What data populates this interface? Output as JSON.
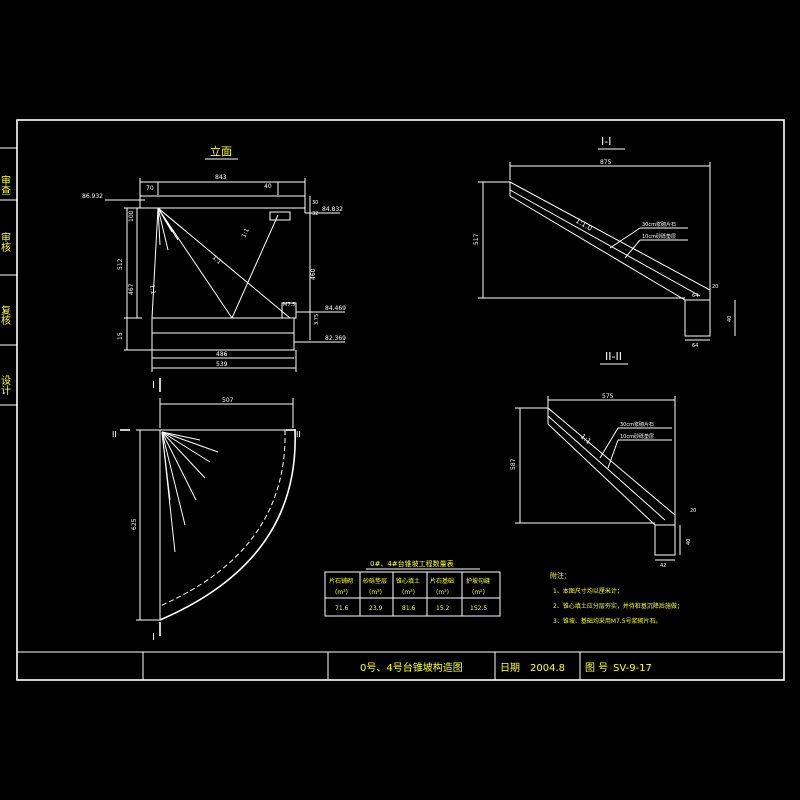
{
  "sidebar": {
    "labels": [
      "设计",
      "复核",
      "审核",
      "审查"
    ]
  },
  "views": {
    "elevation": {
      "title": "立面",
      "dims": {
        "top_width": "843",
        "left_top": "70",
        "right_top": "40",
        "height_total": "512",
        "height_upper": "100",
        "height_lower": "467",
        "base_h": "15",
        "base_w_inner": "486",
        "base_w_outer": "539",
        "right_height": "460",
        "right_small_a": "30",
        "right_small_b": "32",
        "right_small_c": "3.75"
      },
      "elevations": {
        "left_top": "86.932",
        "right_top": "84.832",
        "right_mid": "84.469",
        "right_base": "82.369"
      },
      "slopes": {
        "a": "1:1",
        "b": "1:1",
        "c": "1:1"
      },
      "base_label": "M7.5"
    },
    "plan": {
      "top_width": "507",
      "height": "625",
      "section_I": "I",
      "section_II": "II"
    },
    "section_I": {
      "title": "I-I",
      "top_width": "875",
      "height": "517",
      "slope": "1:1.0",
      "note1": "30cm浆砌片石",
      "note2": "10cm砂砾垫层",
      "base_w": "64",
      "base_h": "40",
      "small": "20"
    },
    "section_II": {
      "title": "II-II",
      "top_width": "575",
      "height": "587",
      "slope": "1:1",
      "note1": "30cm浆砌片石",
      "note2": "10cm砂砾垫层",
      "base_w": "42",
      "base_h": "40",
      "small": "20"
    }
  },
  "table": {
    "title": "0#、4#台锥坡工程数量表",
    "headers": [
      [
        "片石铺砌",
        "(m³)"
      ],
      [
        "砂砾垫层",
        "(m³)"
      ],
      [
        "锥心填土",
        "(m³)"
      ],
      [
        "片石基础",
        "(m³)"
      ],
      [
        "护坡勾缝",
        "(m²)"
      ]
    ],
    "values": [
      "71.6",
      "23.9",
      "81.6",
      "15.2",
      "152.5"
    ]
  },
  "notes": {
    "title": "附注：",
    "items": [
      "1、本图尺寸均以厘米计；",
      "2、锥心填土应分层夯实，并待桩基沉降后施做；",
      "3、锥坡、基础均采用M7.5号浆砌片石。"
    ]
  },
  "titleblock": {
    "drawing_name": "0号、4号台锥坡构造图",
    "date_label": "日期",
    "date": "2004.8",
    "number_label": "图 号",
    "number": "SV-9-17"
  },
  "colors": {
    "background": "#000000",
    "line": "#ffffff",
    "text_accent": "#ffff33"
  }
}
